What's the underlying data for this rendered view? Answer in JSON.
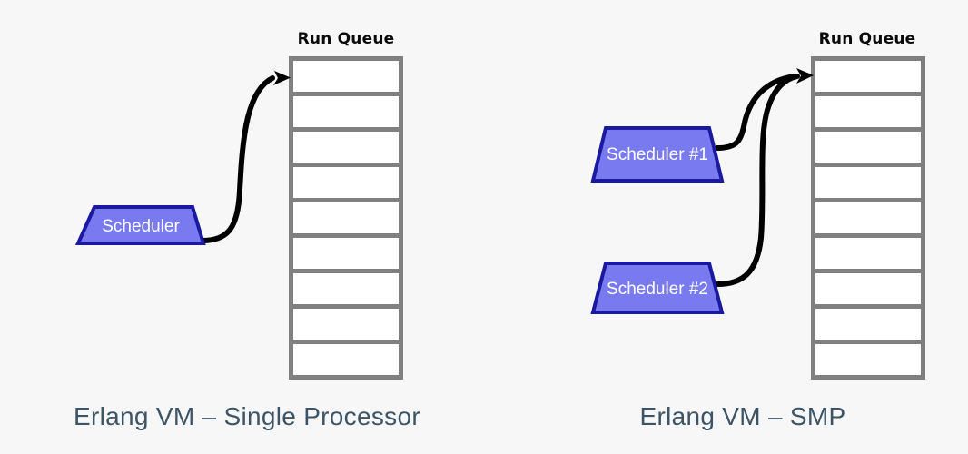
{
  "background_color": "#f7f7f7",
  "palette": {
    "scheduler_fill": "#7a7af0",
    "scheduler_border": "#1a1aa0",
    "queue_border": "#808080",
    "queue_cell_fill": "#ffffff",
    "arrow_color": "#000000",
    "caption_color": "#3d5466",
    "queue_title_color": "#0a0a0a"
  },
  "panels": [
    {
      "id": "single-processor",
      "caption": "Erlang VM – Single Processor",
      "queue": {
        "title": "Run Queue",
        "cell_count": 9,
        "cells": [
          "",
          "",
          "",
          "",
          "",
          "",
          "",
          "",
          ""
        ]
      },
      "schedulers": [
        {
          "label": "Scheduler"
        }
      ],
      "arrow_count": 1
    },
    {
      "id": "smp",
      "caption": "Erlang VM – SMP",
      "queue": {
        "title": "Run Queue",
        "cell_count": 9,
        "cells": [
          "",
          "",
          "",
          "",
          "",
          "",
          "",
          "",
          ""
        ]
      },
      "schedulers": [
        {
          "label": "Scheduler #1"
        },
        {
          "label": "Scheduler #2"
        }
      ],
      "arrow_count": 2
    }
  ]
}
